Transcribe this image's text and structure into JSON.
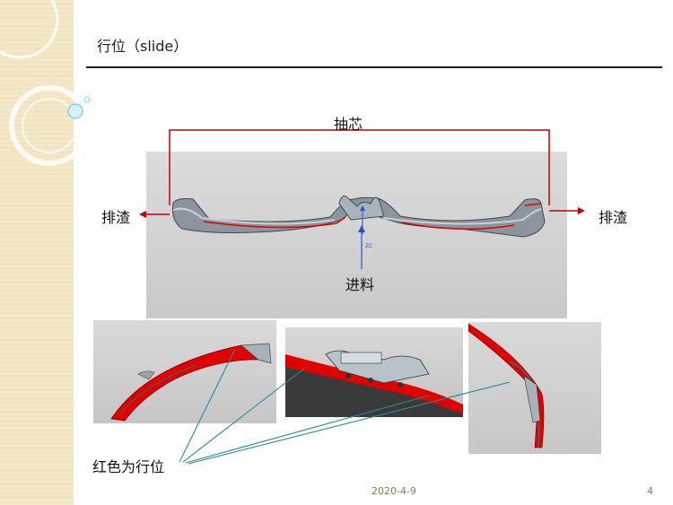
{
  "slide": {
    "title": "行位（slide）",
    "labels": {
      "core_pull": "抽芯",
      "slag_left": "排渣",
      "slag_right": "排渣",
      "feed": "进料",
      "axis_tag": "ZC",
      "red_note": "红色为行位"
    },
    "footer": {
      "date": "2020-4-9",
      "page": "4"
    },
    "colors": {
      "sidebar": "#f1e4c0",
      "highlight_red": "#e00000",
      "bracket_red": "#c00000",
      "leader_teal": "#2b8a96",
      "axis_blue": "#2255cc",
      "panel_bg": "#d8d8d8"
    }
  }
}
